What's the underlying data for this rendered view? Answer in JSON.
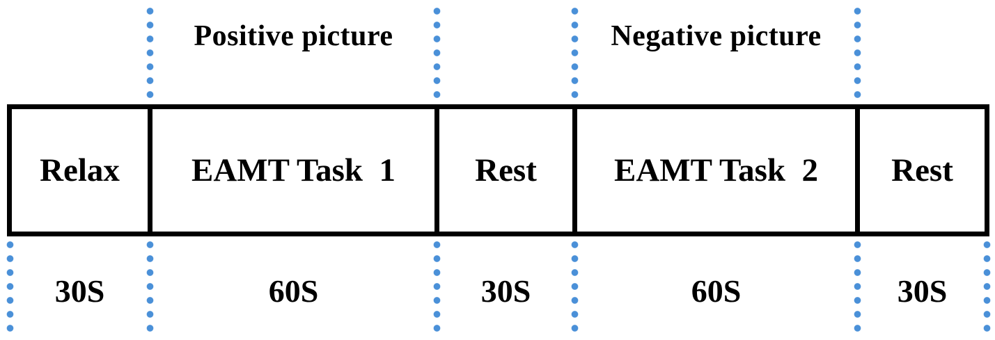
{
  "phase_annotations": [
    {
      "label": "Positive picture"
    },
    {
      "label": "Negative picture"
    }
  ],
  "timeline": {
    "segments": [
      {
        "label": "Relax",
        "duration": "30S"
      },
      {
        "label": "EAMT Task  1",
        "duration": "60S"
      },
      {
        "label": "Rest",
        "duration": "30S"
      },
      {
        "label": "EAMT Task  2",
        "duration": "60S"
      },
      {
        "label": "Rest",
        "duration": "30S"
      }
    ]
  },
  "colors": {
    "dotted_line_blue": "#4a90d8",
    "box_border": "#000000",
    "text": "#000000",
    "background": "#ffffff"
  }
}
